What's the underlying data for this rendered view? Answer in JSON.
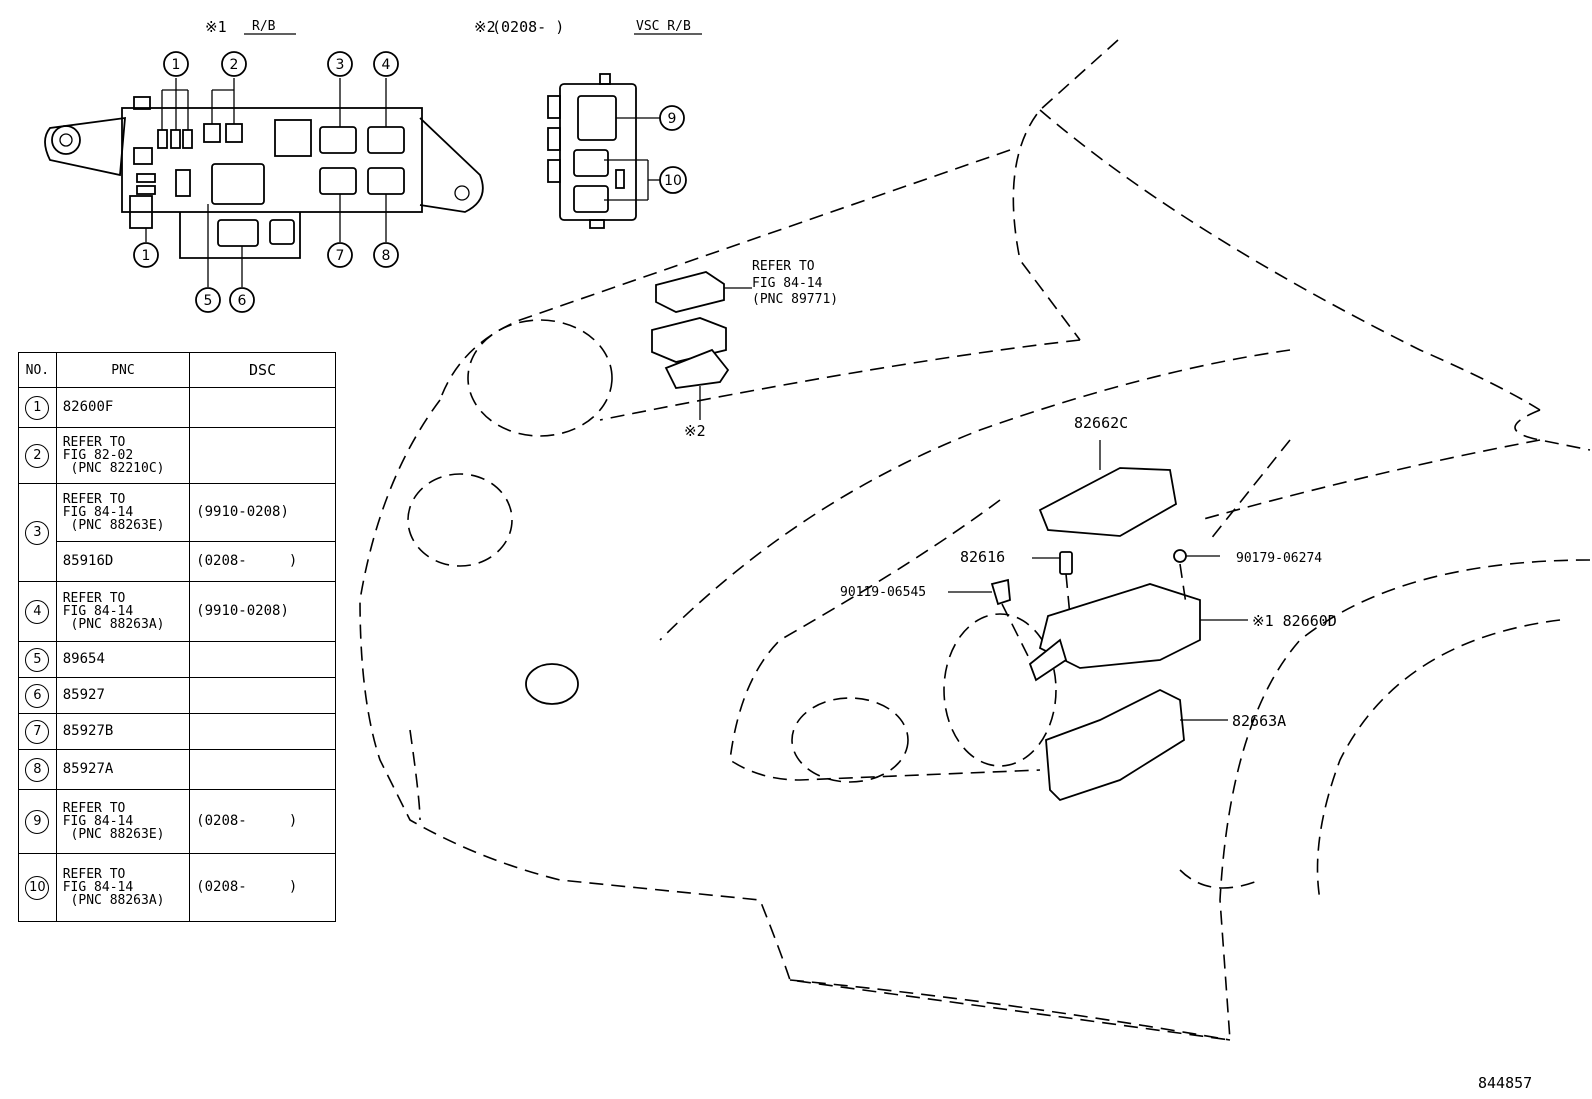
{
  "header": {
    "rb_marker": "※1",
    "rb_label": "R/B",
    "vsc_marker": "※2",
    "vsc_range": "(0208-     )",
    "vsc_label": "VSC R/B"
  },
  "callouts": {
    "refer_top": [
      "REFER TO",
      "FIG 84-14",
      "(PNC 89771)"
    ],
    "marker2": "※2",
    "p82662C": "82662C",
    "p82616": "82616",
    "p90179": "90179-06274",
    "p90119": "90119-06545",
    "p82660D": "※1 82660D",
    "p82663A": "82663A"
  },
  "circle_numbers": [
    "1",
    "2",
    "3",
    "4",
    "5",
    "6",
    "7",
    "8",
    "9",
    "10"
  ],
  "table": {
    "headers": {
      "no": "NO.",
      "pnc": "PNC",
      "dsc": "DSC"
    },
    "rows": [
      {
        "no": "1",
        "pnc": "82600F",
        "dsc": ""
      },
      {
        "no": "2",
        "pnc": "REFER TO\nFIG 82-02\n (PNC 82210C)",
        "dsc": ""
      },
      {
        "no": "3",
        "pnc": "REFER TO\nFIG 84-14\n (PNC 88263E)",
        "dsc": "(9910-0208)"
      },
      {
        "no": "",
        "pnc": "85916D",
        "dsc": "(0208-     )"
      },
      {
        "no": "4",
        "pnc": "REFER TO\nFIG 84-14\n (PNC 88263A)",
        "dsc": "(9910-0208)"
      },
      {
        "no": "5",
        "pnc": "89654",
        "dsc": ""
      },
      {
        "no": "6",
        "pnc": "85927",
        "dsc": ""
      },
      {
        "no": "7",
        "pnc": "85927B",
        "dsc": ""
      },
      {
        "no": "8",
        "pnc": "85927A",
        "dsc": ""
      },
      {
        "no": "9",
        "pnc": "REFER TO\nFIG 84-14\n (PNC 88263E)",
        "dsc": "(0208-     )"
      },
      {
        "no": "10",
        "pnc": "REFER TO\nFIG 84-14\n (PNC 88263A)",
        "dsc": "(0208-     )"
      }
    ]
  },
  "figure_id": "844857"
}
